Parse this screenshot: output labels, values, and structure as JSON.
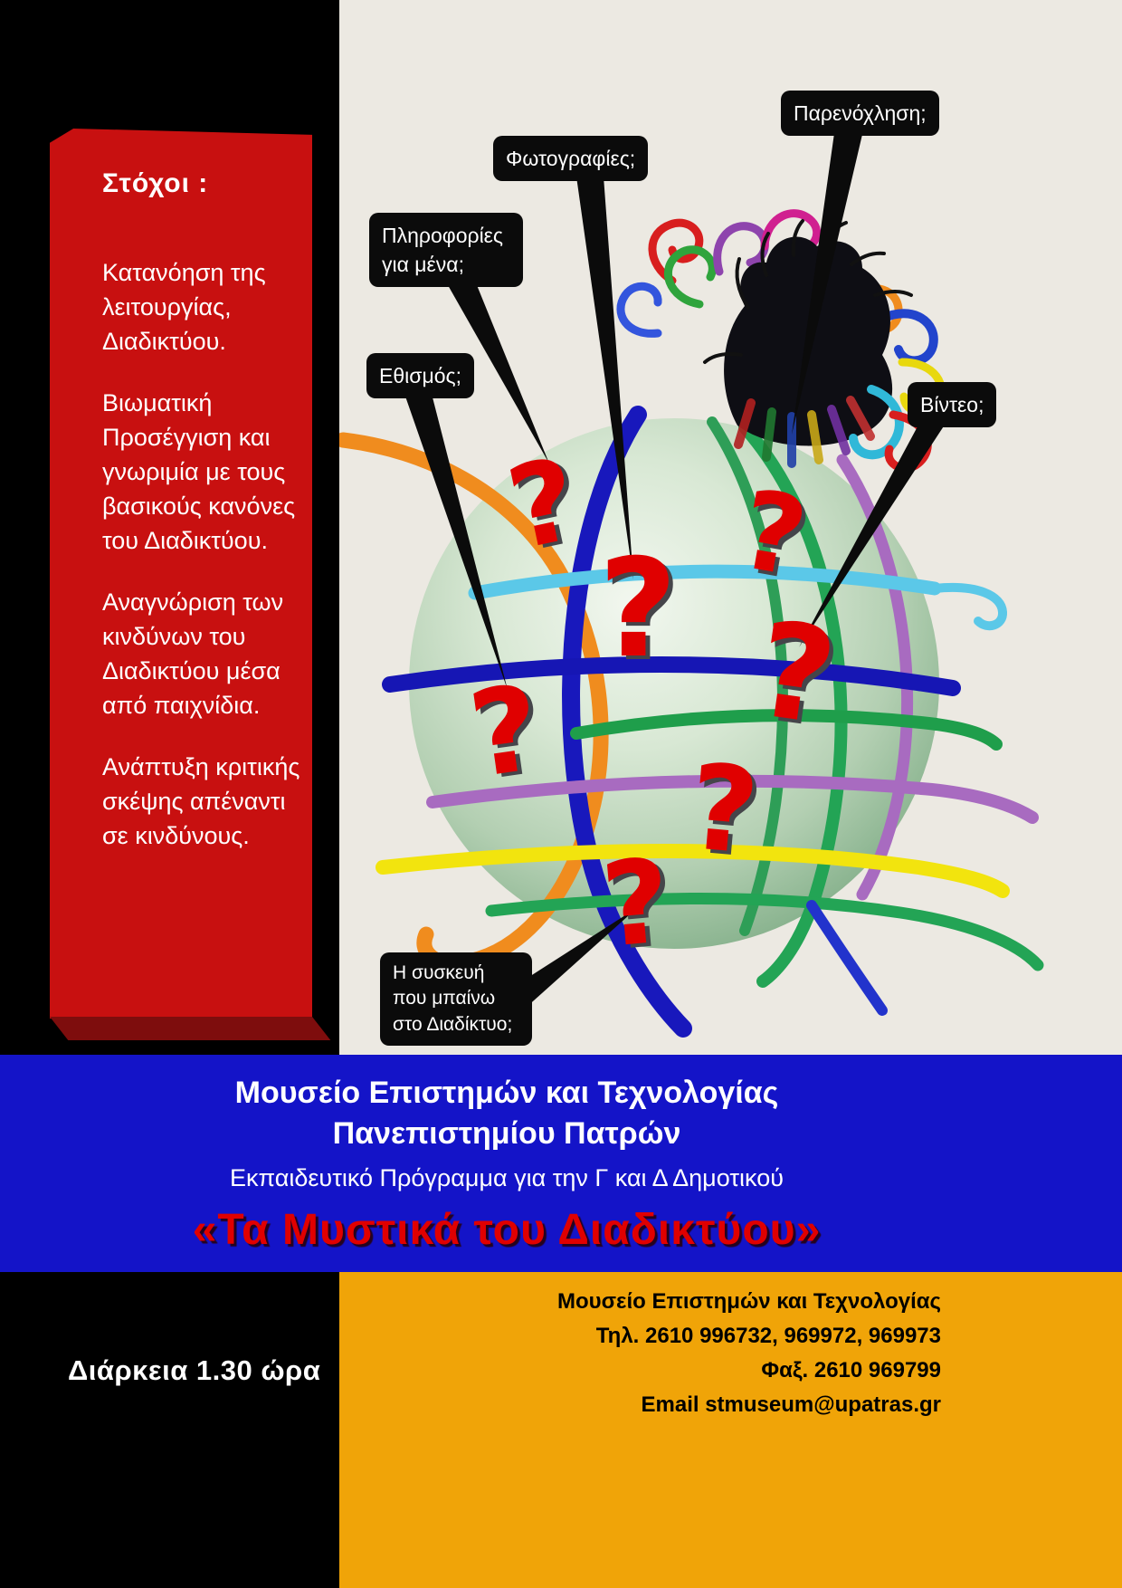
{
  "colors": {
    "background_black": "#000000",
    "panel_cream": "#ECE9E2",
    "banner_red": "#C81010",
    "banner_red_dark": "#7E0D0D",
    "blue_band": "#1414C8",
    "orange_band": "#F0A408",
    "title_red": "#E00000",
    "bubble_black": "#0B0B0B",
    "question_mark_red": "#E00000"
  },
  "goals": {
    "title": "Στόχοι :",
    "items": [
      "Κατανόηση της λειτουργίας, Διαδικτύου.",
      "Βιωματική Προσέγγιση και γνωριμία με τους βασικούς κανόνες του Διαδικτύου.",
      "Αναγνώριση των  κινδύνων του Διαδικτύου μέσα από παιχνίδια.",
      "Ανάπτυξη κριτικής σκέψης απέναντι σε κινδύνους."
    ]
  },
  "bubbles": {
    "harassment": "Παρενόχληση;",
    "photos": "Φωτογραφίες;",
    "info": "Πληροφορίες για μένα;",
    "addiction": "Εθισμός;",
    "video": "Βίντεο;",
    "device": "Η συσκευή που μπαίνω στο Διαδίκτυο;"
  },
  "globe": {
    "question_glyph": "?"
  },
  "blue_band": {
    "museum_line1": "Μουσείο  Επιστημών και Τεχνολογίας",
    "museum_line2": "Πανεπιστημίου Πατρών",
    "program": "Εκπαιδευτικό Πρόγραμμα για την Γ και Δ Δημοτικού",
    "title": "«Τα Μυστικά του Διαδικτύου»"
  },
  "duration": "Διάρκεια  1.30 ώρα",
  "contact": {
    "name": "Μουσείο Επιστημών και Τεχνολογίας",
    "phone": "Τηλ. 2610 996732, 969972, 969973",
    "fax": "Φαξ. 2610 969799",
    "email": "Email stmuseum@upatras.gr"
  }
}
